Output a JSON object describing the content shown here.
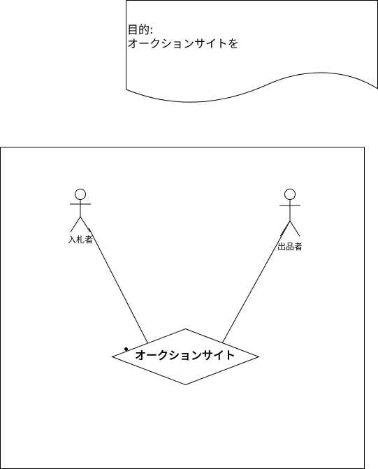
{
  "note": {
    "line1": "目的:",
    "line2": "オークションサイトを"
  },
  "actors": [
    {
      "label": "入札者"
    },
    {
      "label": "出品者"
    }
  ],
  "usecase": {
    "label": "オークションサイト"
  },
  "colors": {
    "stroke": "#000000",
    "background": "#ffffff"
  }
}
